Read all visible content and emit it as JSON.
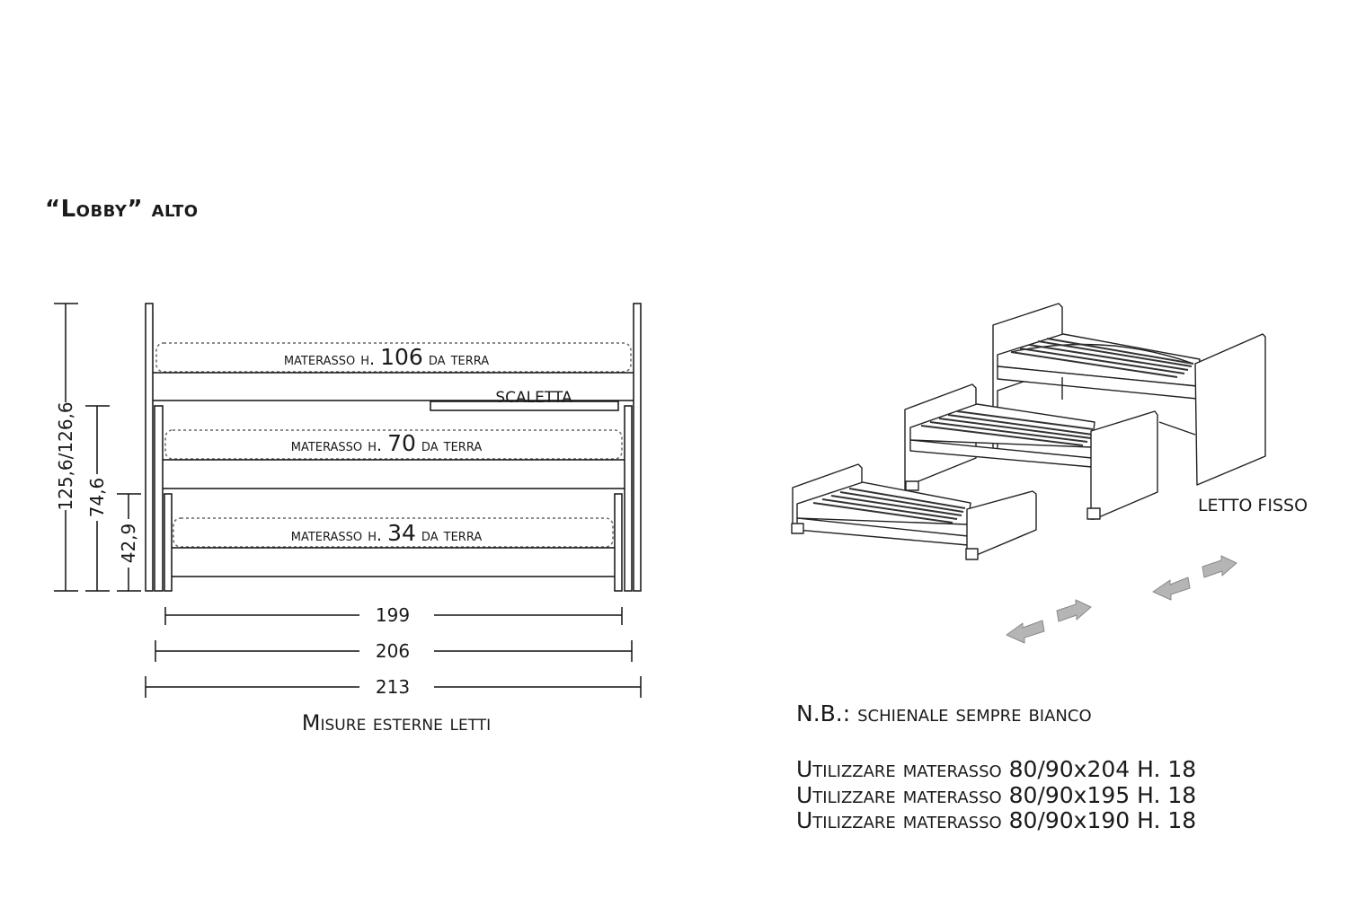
{
  "title": "“Lobby” alto",
  "elevation": {
    "mattress_labels": [
      {
        "prefix": "materasso h.",
        "height": "106",
        "suffix": "da terra"
      },
      {
        "prefix": "materasso h.",
        "height": "70",
        "suffix": "da terra"
      },
      {
        "prefix": "materasso h.",
        "height": "34",
        "suffix": "da terra"
      }
    ],
    "ladder_label": "SCALETTA",
    "vertical_dimensions": [
      "125,6/126,6",
      "74,6",
      "42,9"
    ],
    "horizontal_dimensions": [
      "199",
      "206",
      "213"
    ],
    "caption": "Misure esterne letti"
  },
  "perspective": {
    "fixed_bed_label": "LETTO FISSO"
  },
  "notes": {
    "nb": "N.B.: schienale sempre bianco",
    "mattresses": [
      {
        "label": "Utilizzare materasso",
        "size": "80/90x204 H. 18"
      },
      {
        "label": "Utilizzare materasso",
        "size": "80/90x195 H. 18"
      },
      {
        "label": "Utilizzare materasso",
        "size": "80/90x190 H. 18"
      }
    ]
  }
}
